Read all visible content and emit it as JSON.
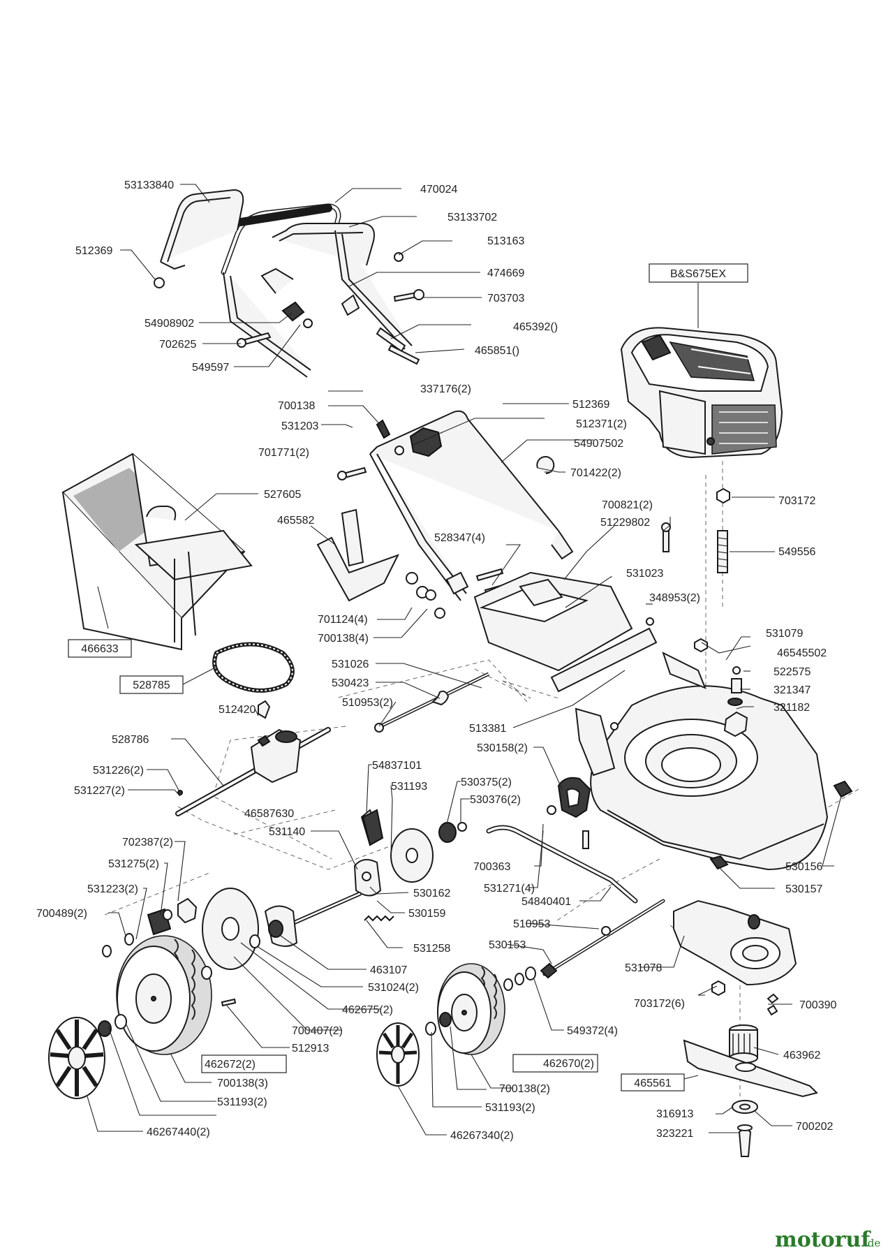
{
  "brand": {
    "name": "motoruf",
    "suffix": ".de"
  },
  "boxed_labels": {
    "engine": "B&S675EX",
    "catcher": "466633",
    "belt": "528785",
    "wheel_rear": "462672(2)",
    "wheel_front": "462670(2)",
    "blade": "465561"
  },
  "labels": {
    "l01": "53133840",
    "l02": "470024",
    "l03": "53133702",
    "l04": "512369",
    "l05": "513163",
    "l06": "474669",
    "l07": "703703",
    "l08": "54908902",
    "l09": "465392()",
    "l10": "702625",
    "l11": "465851()",
    "l12": "549597",
    "l13": "337176(2)",
    "l14": "700138",
    "l15": "512369",
    "l16": "531203",
    "l17": "512371(2)",
    "l18": "54907502",
    "l19": "701771(2)",
    "l20": "701422(2)",
    "l21": "527605",
    "l22": "703172",
    "l23": "700821(2)",
    "l24": "51229802",
    "l25": "465582",
    "l26": "549556",
    "l27": "528347(4)",
    "l28": "531023",
    "l29": "348953(2)",
    "l30": "701124(4)",
    "l31": "700138(4)",
    "l32": "531079",
    "l33": "46545502",
    "l34": "531026",
    "l35": "522575",
    "l36": "530423",
    "l37": "321347",
    "l38": "510953(2)",
    "l39": "321182",
    "l40": "512420",
    "l41": "513381",
    "l42": "528786",
    "l43": "530158(2)",
    "l44": "54837101",
    "l45": "531226(2)",
    "l46": "531193",
    "l47": "530375(2)",
    "l48": "531227(2)",
    "l49": "530376(2)",
    "l50": "46587630",
    "l51": "531140",
    "l52": "702387(2)",
    "l53": "531275(2)",
    "l54": "700363",
    "l55": "530156",
    "l56": "531223(2)",
    "l57": "531271(4)",
    "l58": "530157",
    "l59": "530162",
    "l60": "700489(2)",
    "l61": "54840401",
    "l62": "530159",
    "l63": "510953",
    "l64": "531258",
    "l65": "530153",
    "l66": "463107",
    "l67": "531078",
    "l68": "531024(2)",
    "l69": "462675(2)",
    "l70": "703172(6)",
    "l71": "700390",
    "l72": "700407(2)",
    "l73": "549372(4)",
    "l74": "512913",
    "l75": "463962",
    "l76": "700138(3)",
    "l77": "700138(2)",
    "l78": "531193(2)",
    "l79": "531193(2)",
    "l80": "316913",
    "l81": "700202",
    "l82": "46267440(2)",
    "l83": "46267340(2)",
    "l84": "323221"
  }
}
